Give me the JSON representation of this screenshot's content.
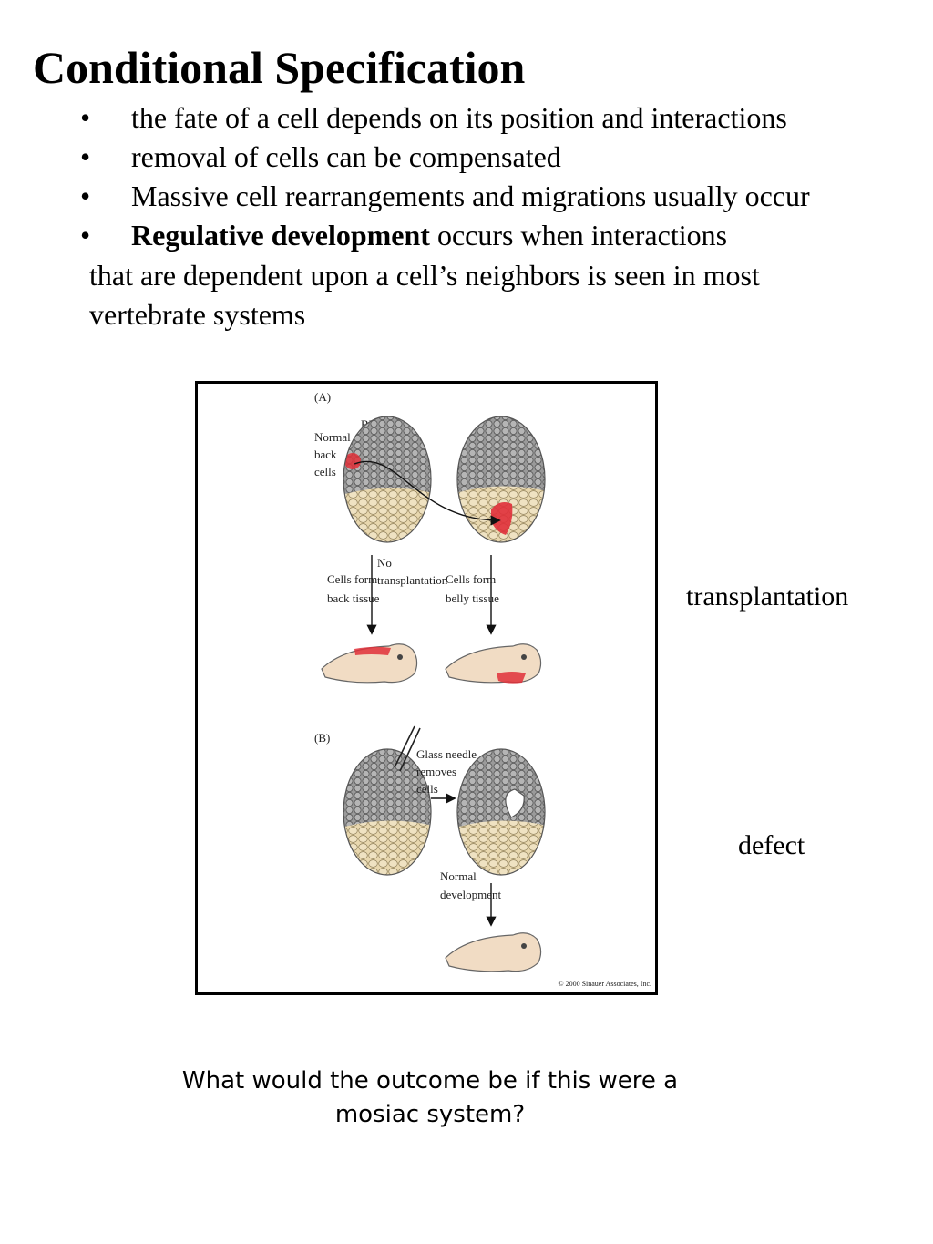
{
  "slide": {
    "title": "Conditional Specification",
    "bullet_symbol": "•",
    "bullets": [
      "the fate of a cell depends on its position and interactions",
      "removal of cells can be compensated",
      "Massive cell rearrangements and migrations usually occur"
    ],
    "bullet4": {
      "bold": "Regulative development",
      "rest": " occurs when interactions",
      "continuation": [
        "that are dependent upon a cell’s neighbors is seen in most",
        "vertebrate systems"
      ]
    },
    "side_labels": {
      "transplantation": "transplantation",
      "defect": "defect"
    },
    "question": {
      "line1": "What would the outcome be if this were a",
      "line2": "mosiac system?"
    }
  },
  "figure": {
    "panel_a": {
      "label": "(A)",
      "blastula": "Blastula",
      "normal_back_cells": [
        "Normal",
        "back",
        "cells"
      ],
      "no_transplantation": [
        "No",
        "transplantation"
      ],
      "cells_form_back": [
        "Cells form",
        "back tissue"
      ],
      "cells_form_belly": [
        "Cells form",
        "belly tissue"
      ]
    },
    "panel_b": {
      "label": "(B)",
      "glass_needle": [
        "Glass needle",
        "removes",
        "cells"
      ],
      "normal_development": [
        "Normal",
        "development"
      ]
    },
    "copyright": "© 2000 Sinauer Associates, Inc.",
    "colors": {
      "gray_cells": "#9a9a9a",
      "yolk_cells": "#e8d7ae",
      "red_cells": "#e0303a",
      "tadpole": "#f1dcc4"
    }
  }
}
